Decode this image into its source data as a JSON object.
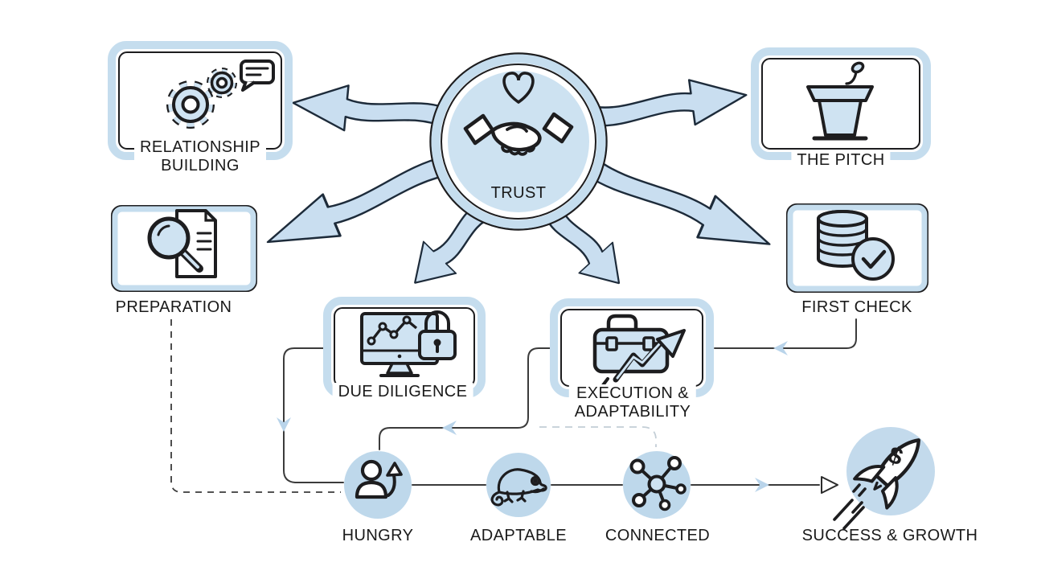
{
  "diagram_title": "",
  "center": {
    "label": "TRUST",
    "icons": [
      "heart-icon",
      "handshake-icon"
    ]
  },
  "nodes": {
    "trust": {
      "label": "TRUST"
    },
    "relationship_building": {
      "line1": "RELATIONSHIP",
      "line2": "BUILDING",
      "icon": "gears-chat-icon"
    },
    "the_pitch": {
      "label": "THE PITCH",
      "icon": "podium-microphone-icon"
    },
    "preparation": {
      "label": "PREPARATION",
      "icon": "document-magnifier-icon"
    },
    "first_check": {
      "label": "FIRST CHECK",
      "icon": "coins-check-icon"
    },
    "due_diligence": {
      "label": "DUE DILIGENCE",
      "icon": "monitor-chart-lock-icon"
    },
    "execution_adaptability": {
      "line1": "EXECUTION &",
      "line2": "ADAPTABILITY",
      "icon": "toolbox-growth-arrow-icon"
    },
    "hungry": {
      "label": "HUNGRY",
      "icon": "person-rising-arrow-icon"
    },
    "adaptable": {
      "label": "ADAPTABLE",
      "icon": "chameleon-icon"
    },
    "connected": {
      "label": "CONNECTED",
      "icon": "network-nodes-icon"
    },
    "success_growth": {
      "label": "SUCCESS & GROWTH",
      "icon": "rocket-icon"
    },
    "rocket_dollar": "$"
  },
  "colors": {
    "band_blue": "#c5ddee",
    "icon_fill_blue": "#cfe3f2",
    "node_circle_blue": "#bed8eb",
    "trust_disk_blue": "#cde2f1",
    "arrow_fill_blue": "#c9def0",
    "chevron_blue": "#b9d4ea",
    "outline_dark": "#1d1d1f",
    "connector_dark": "#3b3b3b",
    "dashed_gray": "#c3ced6",
    "background": "#ffffff",
    "text": "#1a1a1a"
  }
}
